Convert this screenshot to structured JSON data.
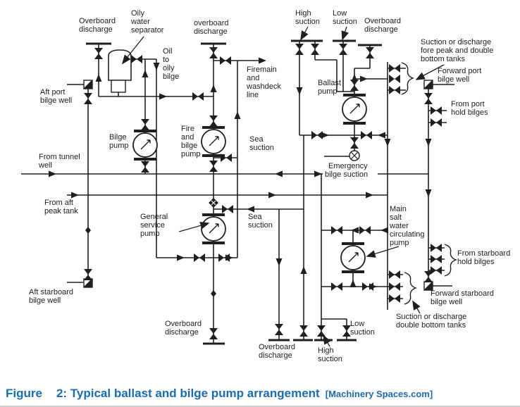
{
  "caption": {
    "word": "Figure",
    "rest": "2: Typical ballast and bilge pump arrangement",
    "source": "[Machinery Spaces.com]"
  },
  "colors": {
    "caption_blue": "#1b6bb0",
    "line_black": "#1f1f1f"
  },
  "diagram": {
    "title": "Typical ballast and bilge pump arrangement",
    "labels": {
      "overboard_discharge_nw": [
        "Overboard",
        "discharge"
      ],
      "oily_water_separator": [
        "Oily",
        "water",
        "separator"
      ],
      "overboard_discharge_top_mid": [
        "overboard",
        "discharge"
      ],
      "oil_to_oily_bilge": [
        "Oil",
        "to",
        "oily",
        "bilge"
      ],
      "firemain_washdeck": [
        "Firemain",
        "and",
        "washdeck",
        "line"
      ],
      "high_suction_top": [
        "High",
        "suction"
      ],
      "low_suction_top": [
        "Low",
        "suction"
      ],
      "overboard_discharge_ne": [
        "Overboard",
        "discharge"
      ],
      "fore_peak_tanks": [
        "Suction or discharge",
        "fore peak and double",
        "bottom tanks"
      ],
      "forward_port_bilge_well": [
        "Forward port",
        "bilge well"
      ],
      "from_port_hold_bilges": [
        "From port",
        "hold bilges"
      ],
      "aft_port_bilge_well": [
        "Aft port",
        "bilge well"
      ],
      "bilge_pump": [
        "Bilge",
        "pump"
      ],
      "fire_and_bilge_pump": [
        "Fire",
        "and",
        "bilge",
        "pump"
      ],
      "sea_suction_upper": [
        "Sea",
        "suction"
      ],
      "ballast_pump": [
        "Ballast",
        "pump"
      ],
      "emergency_bilge_suction": [
        "Emergency",
        "bilge suction"
      ],
      "from_tunnel_well": [
        "From tunnel",
        "well"
      ],
      "from_aft_peak_tank": [
        "From aft",
        "peak tank"
      ],
      "general_service_pump": [
        "General",
        "service",
        "pump"
      ],
      "sea_suction_lower": [
        "Sea",
        "suction"
      ],
      "main_sw_circ_pump": [
        "Main",
        "salt",
        "water",
        "circulating",
        "pump"
      ],
      "from_starboard_hold_bilges": [
        "From starboard",
        "hold bilges"
      ],
      "forward_starboard_bilge_well": [
        "Forward starboard",
        "bilge well"
      ],
      "double_bottom_tanks": [
        "Suction or discharge",
        "double bottom tanks"
      ],
      "aft_starboard_bilge_well": [
        "Aft starboard",
        "bilge well"
      ],
      "overboard_discharge_sw": [
        "Overboard",
        "discharge"
      ],
      "overboard_discharge_s": [
        "Overboard",
        "discharge"
      ],
      "high_suction_bottom": [
        "High",
        "suction"
      ],
      "low_suction_bottom": [
        "Low",
        "suction"
      ]
    }
  }
}
